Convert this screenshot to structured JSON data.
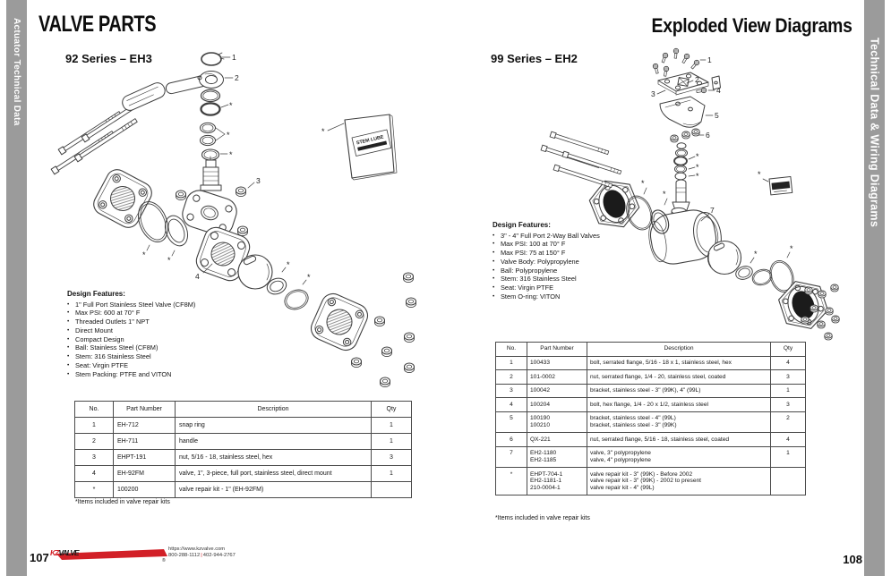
{
  "sidebars": {
    "left": "Actuator Technical Data",
    "right": "Technical Data & Wiring Diagrams"
  },
  "header": {
    "left_title": "VALVE PARTS",
    "right_title": "Exploded View Diagrams"
  },
  "series92": {
    "heading": "92 Series – EH3",
    "features_title": "Design Features:",
    "features": [
      "1\" Full Port Stainless Steel Valve (CF8M)",
      "Max PSI: 600 at 70° F",
      "Threaded Outlets 1\" NPT",
      "Direct Mount",
      "Compact Design",
      "Ball: Stainless Steel (CF8M)",
      "Stem: 316 Stainless Steel",
      "Seat: Virgin PTFE",
      "Stem Packing: PTFE and VITON"
    ],
    "table": {
      "headers": [
        "No.",
        "Part Number",
        "Description",
        "Qty"
      ],
      "rows": [
        [
          "1",
          "EH-712",
          "snap ring",
          "1"
        ],
        [
          "2",
          "EH-711",
          "handle",
          "1"
        ],
        [
          "3",
          "EHPT-191",
          "nut, 5/16 - 18, stainless steel, hex",
          "3"
        ],
        [
          "4",
          "EH-92FM",
          "valve, 1\", 3-piece, full port, stainless steel, direct mount",
          "1"
        ],
        [
          "*",
          "100200",
          "valve repair kit - 1\" (EH-92FM)",
          ""
        ]
      ]
    },
    "footnote": "*Items included in valve repair kits",
    "callouts": [
      "1",
      "2",
      "3",
      "4"
    ],
    "card_label": "STEM LUBE"
  },
  "series99": {
    "heading": "99 Series – EH2",
    "features_title": "Design Features:",
    "features": [
      "3\" - 4\" Full Port 2-Way Ball Valves",
      "Max PSI: 100 at 70° F",
      "Max PSI: 75 at 150° F",
      "Valve Body: Polypropylene",
      "Ball: Polypropylene",
      "Stem: 316 Stainless Steel",
      "Seat: Virgin PTFE",
      "Stem O-ring: VITON"
    ],
    "table": {
      "headers": [
        "No.",
        "Part Number",
        "Description",
        "Qty"
      ],
      "rows": [
        [
          "1",
          "100433",
          "bolt, serrated flange, 5/16 - 18 x 1, stainless steel, hex",
          "4"
        ],
        [
          "2",
          "101-0002",
          "nut, serrated flange, 1/4 - 20, stainless steel, coated",
          "3"
        ],
        [
          "3",
          "100042",
          "bracket, stainless steel - 3\" (99K), 4\" (99L)",
          "1"
        ],
        [
          "4",
          "100204",
          "bolt, hex flange, 1/4 - 20 x 1/2, stainless steel",
          "3"
        ],
        [
          "5",
          "100190\n100210",
          "bracket, stainless steel - 4\" (99L)\nbracket, stainless steel - 3\" (99K)",
          "2"
        ],
        [
          "6",
          "QX-221",
          "nut, serrated flange, 5/16 - 18, stainless steel, coated",
          "4"
        ],
        [
          "7",
          "EH2-1180\nEH2-1185",
          "valve, 3\" polypropylene\nvalve, 4\" polypropylene",
          "1"
        ],
        [
          "*",
          "EHPT-704-1\nEH2-1181-1\n210-0004-1",
          "valve repair kit - 3\" (99K) - Before 2002\nvalve repair kit - 3\" (99K) - 2002 to present\nvalve repair kit - 4\" (99L)",
          ""
        ]
      ]
    },
    "footnote": "*Items included in valve repair kits",
    "callouts": [
      "1",
      "2",
      "3",
      "4",
      "5",
      "6",
      "7"
    ]
  },
  "footer": {
    "page_left": "107",
    "page_right": "108",
    "logo_kz": "KZ",
    "logo_valve": "VALVE",
    "registered": "®",
    "url": "https://www.kzvalve.com",
    "phone_primary": "800-288-1112",
    "phone_separator": "|",
    "phone_secondary": "402-944-2767"
  },
  "misc": {
    "asterisk": "*"
  },
  "colors": {
    "accent_red": "#d22027",
    "sidebar_gray": "#9b9b9b"
  }
}
